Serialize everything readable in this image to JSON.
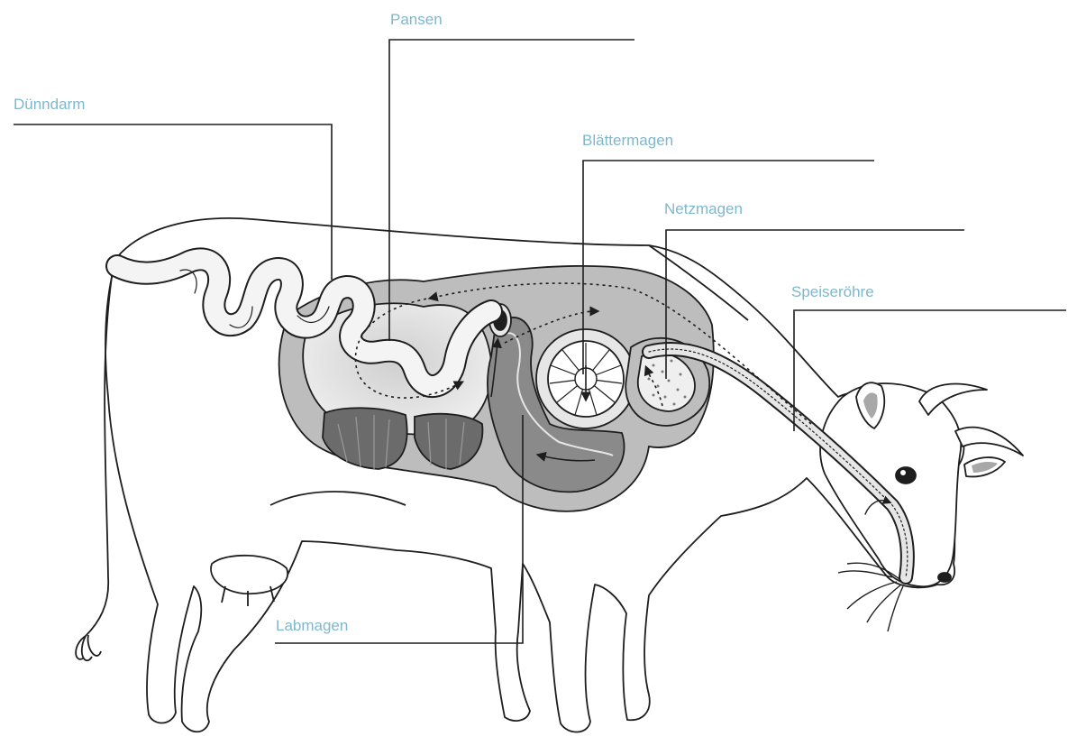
{
  "diagram": {
    "colors": {
      "label": "#7fb7cc",
      "outline": "#1e1e1e",
      "stomach_outer": "#bdbdbd",
      "stomach_inner": "#e6e6e6",
      "intestine": "#f4f4f4",
      "dark_tissue": "#6b6b6b"
    },
    "labels": {
      "pansen": "Pansen",
      "duenndarm": "Dünndarm",
      "blaettermagen": "Blättermagen",
      "netzmagen": "Netzmagen",
      "speiseroehre": "Speiseröhre",
      "labmagen": "Labmagen"
    }
  }
}
